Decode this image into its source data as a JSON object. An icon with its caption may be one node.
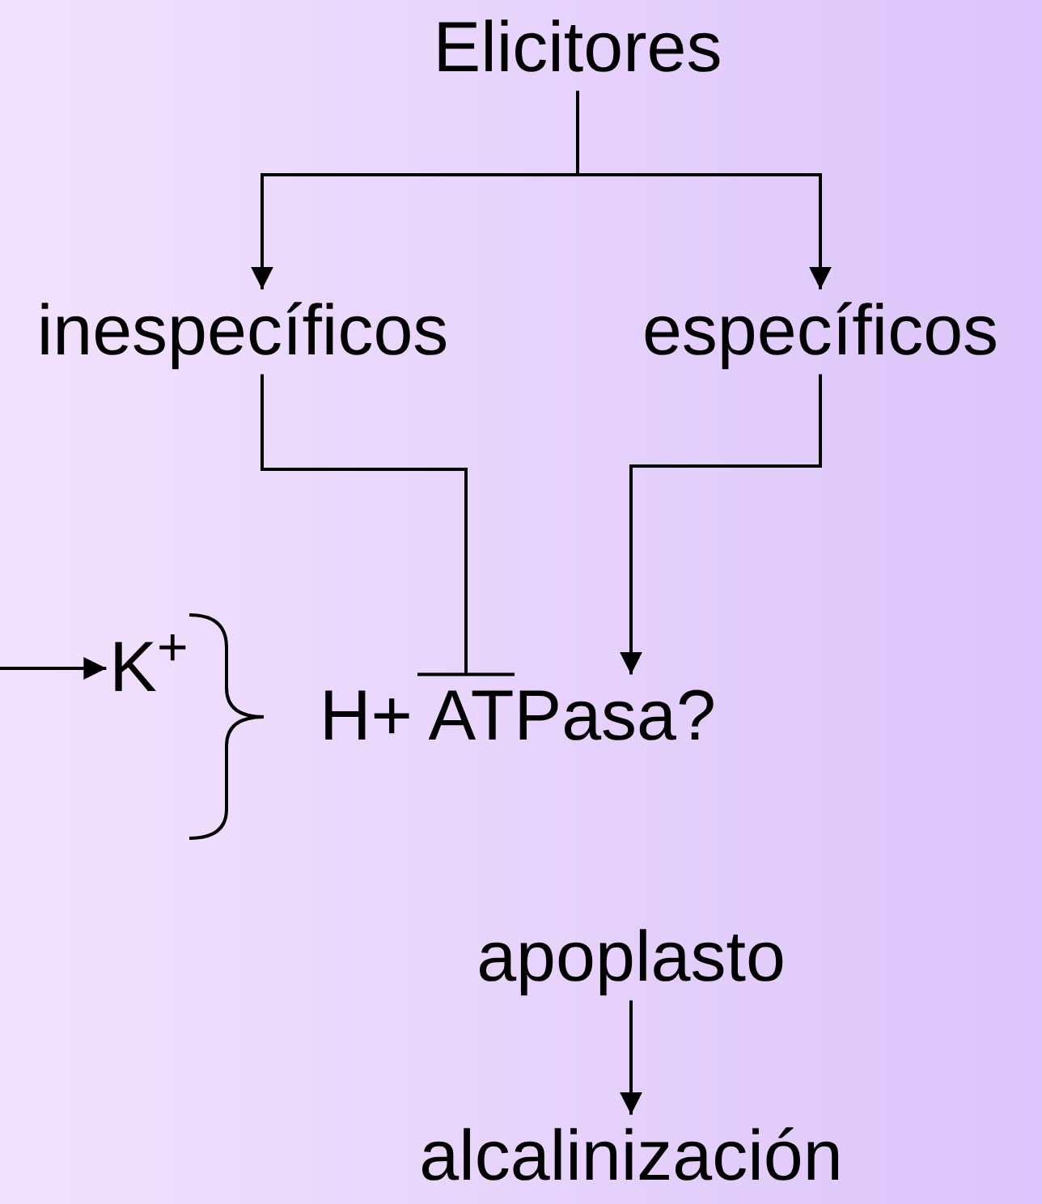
{
  "diagram": {
    "nodes": [
      {
        "text": [
          "Elicitores"
        ]
      },
      {
        "text": [
          "inespecíficos"
        ]
      },
      {
        "text": [
          "específicos"
        ]
      },
      {
        "text": [
          "K$^{+}$"
        ]
      },
      {
        "text": [
          "H+ ATPasa?"
        ]
      },
      {
        "text": [
          "apoplasto"
        ]
      },
      {
        "text": [
          "alcalinización"
        ]
      }
    ],
    "edges": [
      {
        "from": 0,
        "to": 1,
        "arrow": "to"
      },
      {
        "from": 0,
        "to": 2,
        "arrow": "to"
      },
      {
        "from": 1,
        "to": 4,
        "arrow": "other"
      },
      {
        "from": 2,
        "to": 4,
        "arrow": "to"
      },
      {
        "from": null,
        "to": 3,
        "arrow": "to"
      },
      {
        "from": 5,
        "to": 6,
        "arrow": "to"
      }
    ]
  }
}
